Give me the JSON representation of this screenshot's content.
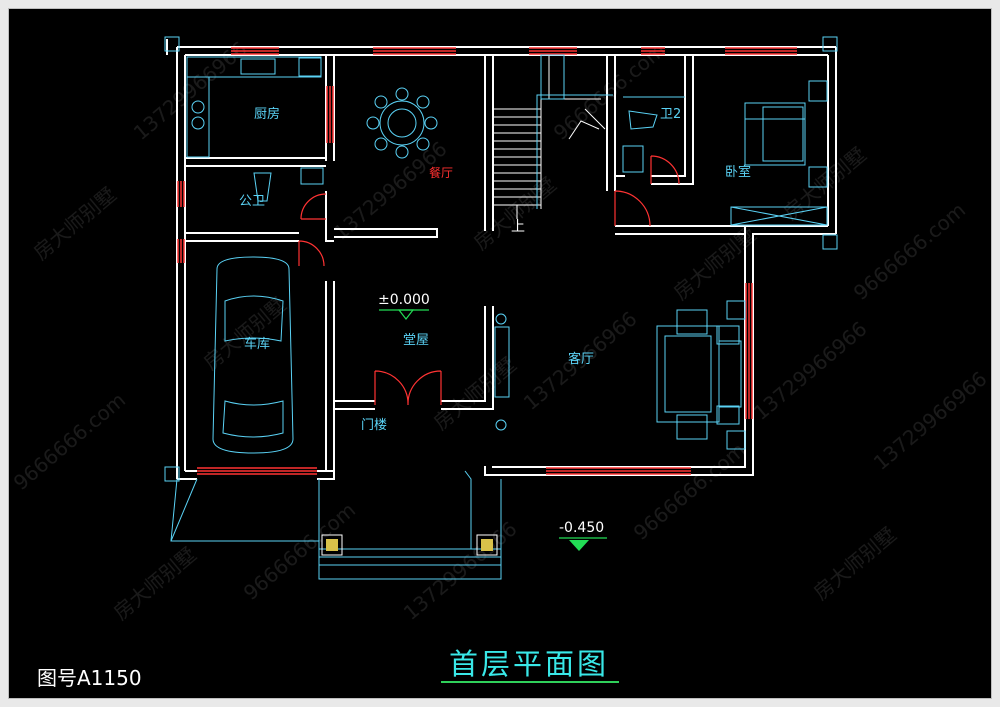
{
  "title": "首层平面图",
  "figure_number": "图号A1150",
  "rooms": {
    "kitchen": "厨房",
    "dining": "餐厅",
    "bath2": "卫2",
    "bedroom": "卧室",
    "public_bath": "公卫",
    "garage": "车库",
    "hall": "堂屋",
    "living": "客厅",
    "porch": "门楼",
    "stair_up": "上"
  },
  "levels": {
    "floor": "±0.000",
    "outdoor": "-0.450"
  },
  "watermarks": {
    "brand": "房大师别墅",
    "phone": "13729966966",
    "url": "9666666.com"
  },
  "colors": {
    "background": "#000000",
    "wall": "#ffffff",
    "window": "#ff3333",
    "fixture": "#5ad2f5",
    "title": "#39e8e8",
    "underline": "#2fd05a",
    "marker": "#22dd55"
  }
}
